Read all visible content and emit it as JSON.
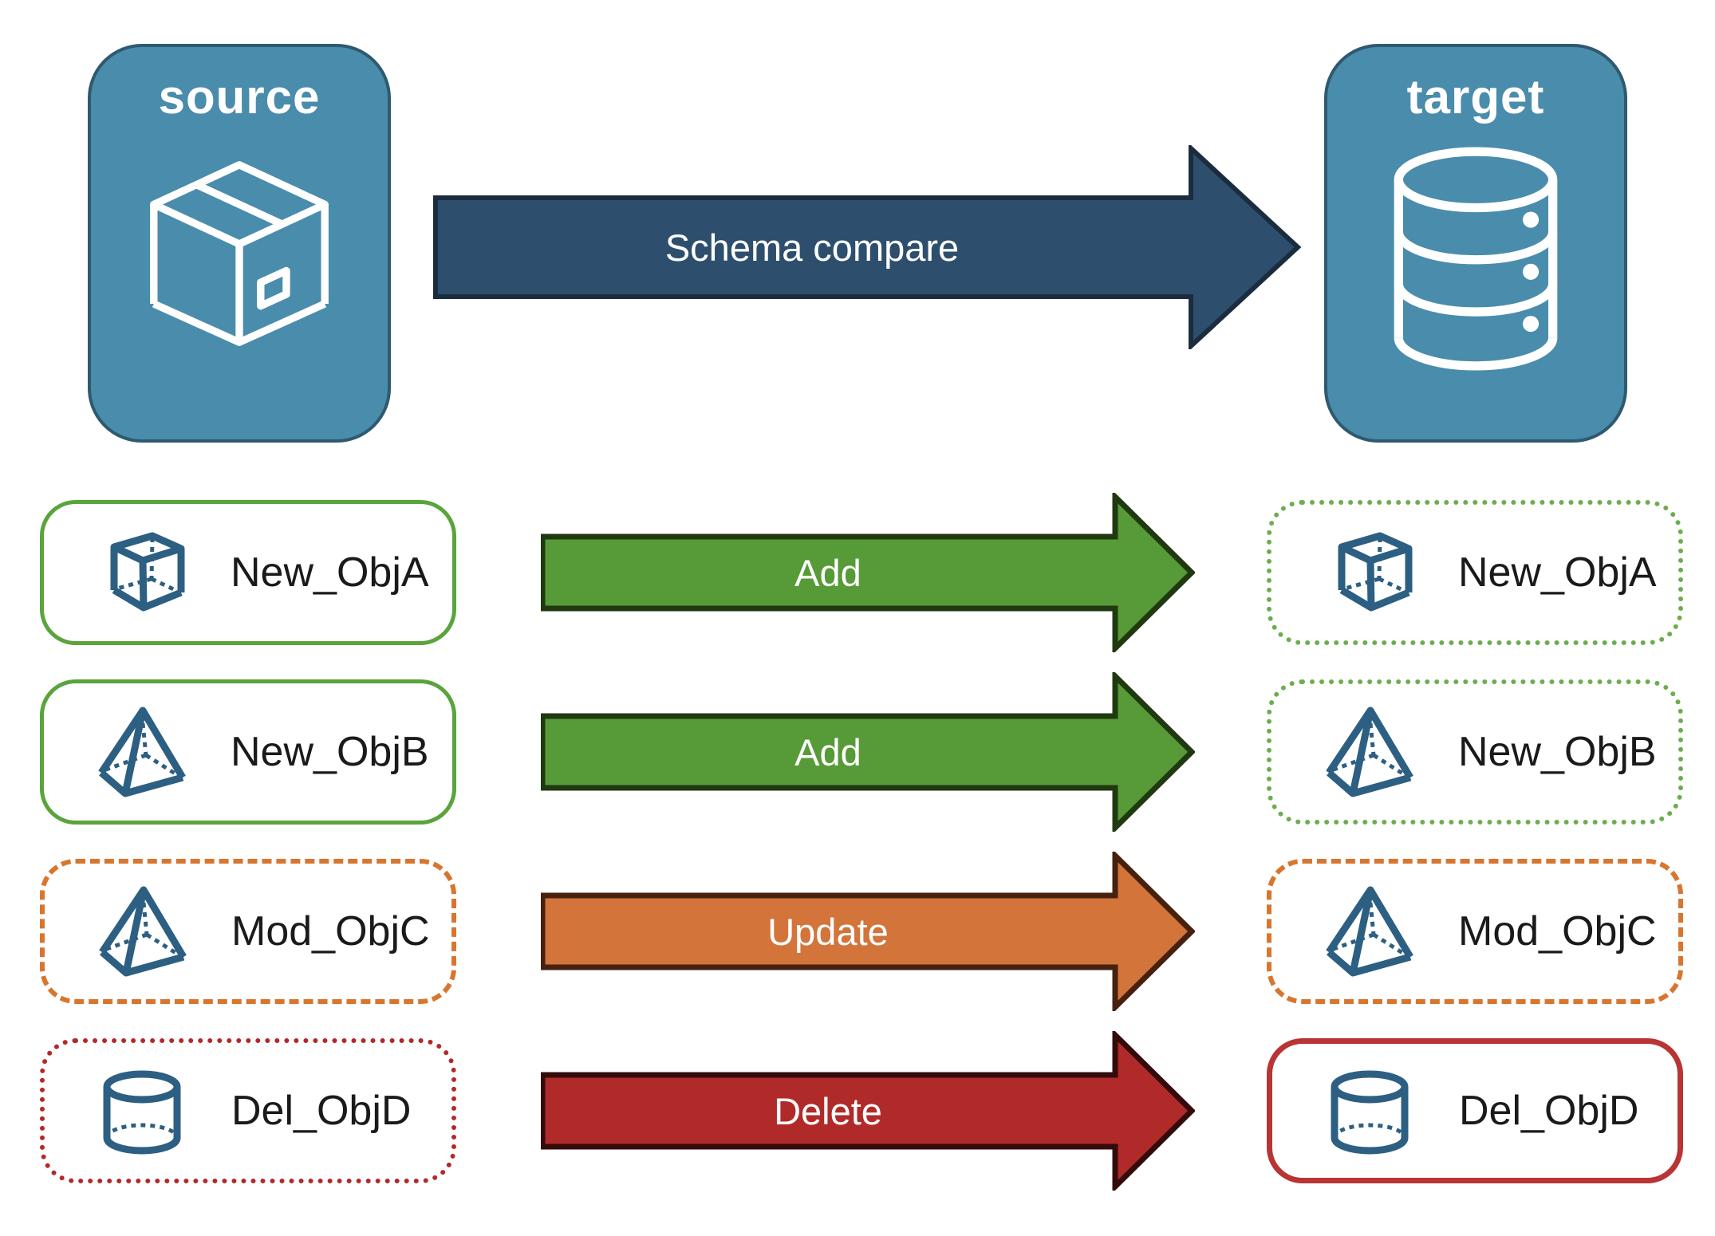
{
  "colors": {
    "node_fill": "#4a8cab",
    "node_border": "#2e5a70",
    "object_icon_stroke": "#2d5f82",
    "row_label_text": "#1a1a1a"
  },
  "source_node": {
    "label": "source",
    "icon": "package-box-icon"
  },
  "target_node": {
    "label": "target",
    "icon": "database-icon"
  },
  "main_arrow": {
    "label": "Schema compare",
    "fill": "#2d4f6d",
    "stroke": "#1b2c3e"
  },
  "rows": [
    {
      "object": "New_ObjA",
      "icon": "cube-icon",
      "action": "Add",
      "arrow_fill": "#579a38",
      "arrow_stroke": "#203910",
      "source_border_style": "solid",
      "source_border_color": "#5aa43c",
      "target_border_style": "dotted",
      "target_border_color": "#6cad4e"
    },
    {
      "object": "New_ObjB",
      "icon": "pyramid-icon",
      "action": "Add",
      "arrow_fill": "#579a38",
      "arrow_stroke": "#203910",
      "source_border_style": "solid",
      "source_border_color": "#5aa43c",
      "target_border_style": "dotted",
      "target_border_color": "#6cad4e"
    },
    {
      "object": "Mod_ObjC",
      "icon": "pyramid-icon",
      "action": "Update",
      "arrow_fill": "#d3743b",
      "arrow_stroke": "#47210f",
      "source_border_style": "dashed",
      "source_border_color": "#d8762f",
      "target_border_style": "dashed",
      "target_border_color": "#d8762f"
    },
    {
      "object": "Del_ObjD",
      "icon": "cylinder-icon",
      "action": "Delete",
      "arrow_fill": "#b12a2a",
      "arrow_stroke": "#330b0b",
      "source_border_style": "dotted",
      "source_border_color": "#b22929",
      "target_border_style": "solid",
      "target_border_color": "#b93434"
    }
  ]
}
